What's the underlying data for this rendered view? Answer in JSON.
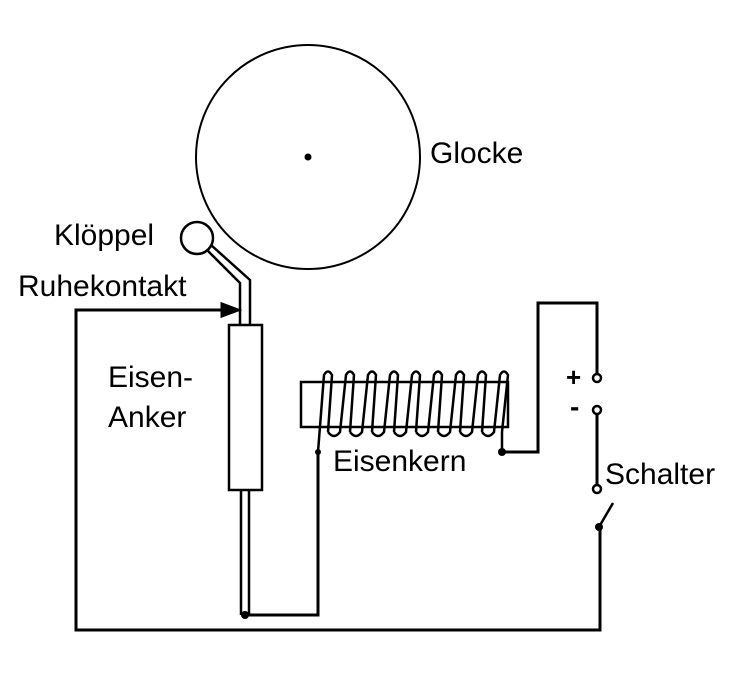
{
  "labels": {
    "bell": "Glocke",
    "clapper": "Klöppel",
    "rest_contact": "Ruhekontakt",
    "armature_line1": "Eisen-",
    "armature_line2": "Anker",
    "core": "Eisenkern",
    "switch": "Schalter",
    "plus": "+",
    "minus": "-"
  },
  "colors": {
    "line": "#000000",
    "background": "#ffffff"
  }
}
